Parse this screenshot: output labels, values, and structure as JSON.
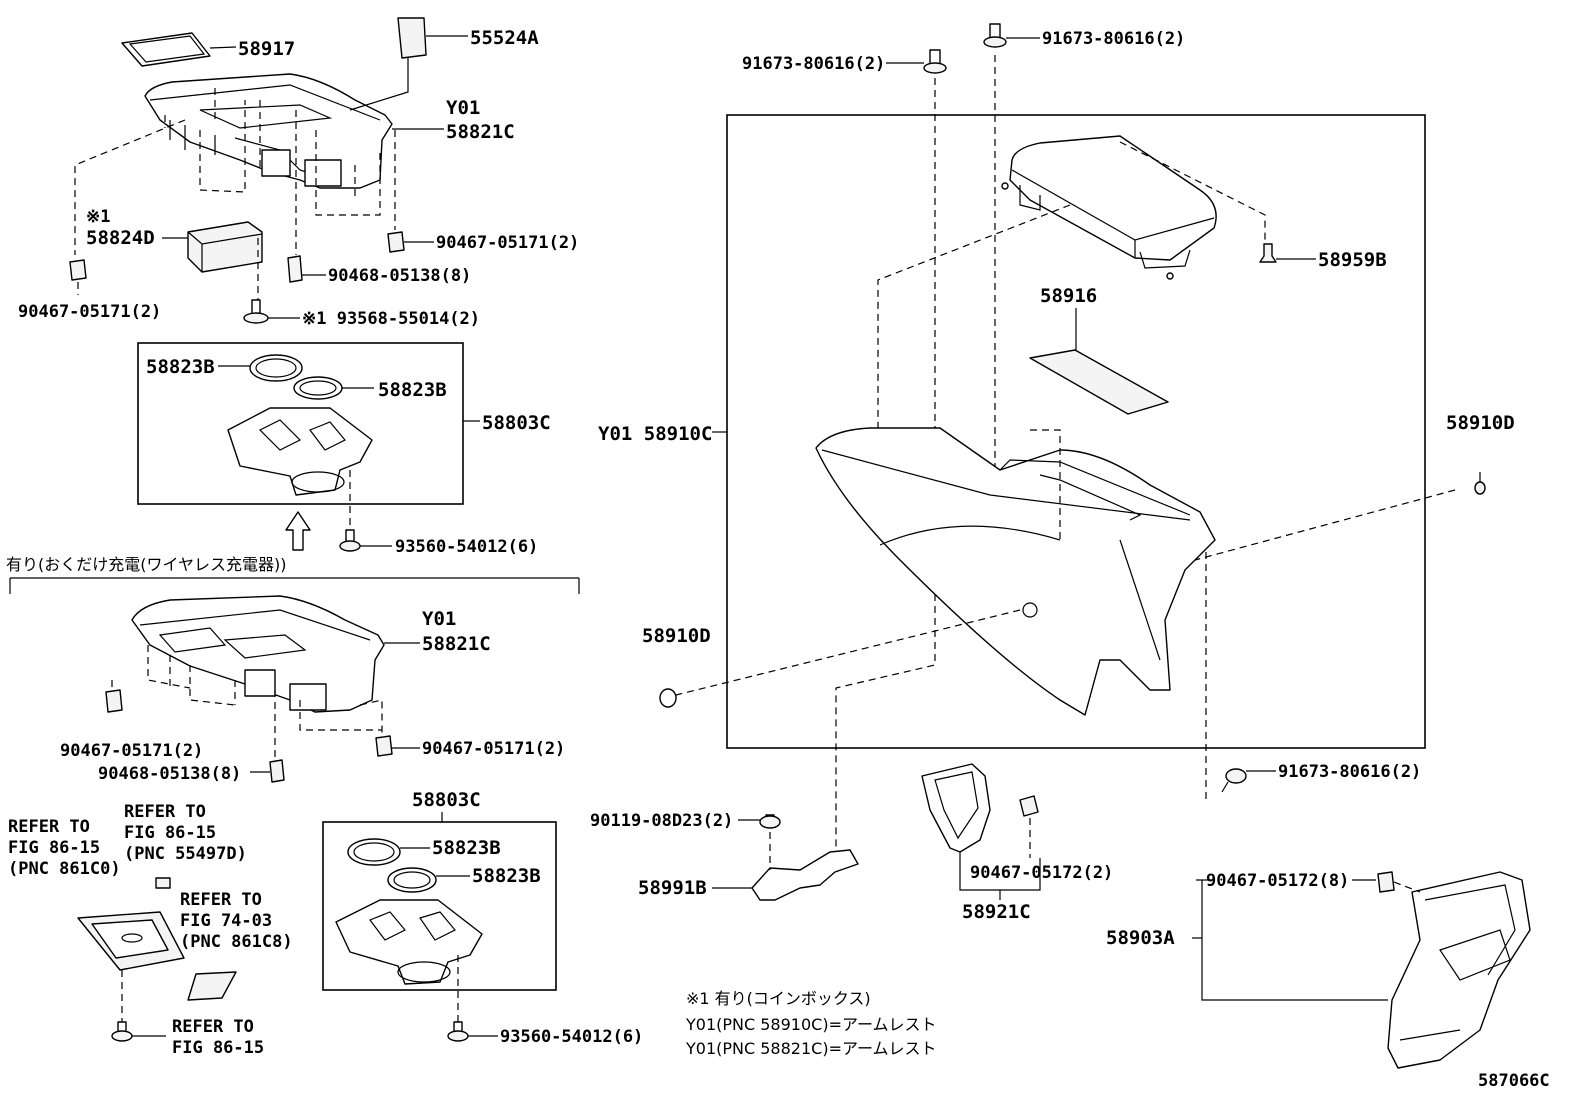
{
  "labels": {
    "p58917": "58917",
    "p55524A": "55524A",
    "y01_a": "Y01",
    "p58821C_a": "58821C",
    "note1_mark_a": "※1",
    "p58824D": "58824D",
    "clip_upper_right": "90467-05171(2)",
    "clip_upper_left": "90467-05171(2)",
    "p90468_a": "90468-05138(8)",
    "screw_93568": "※1 93568-55014(2)",
    "p58823B_a1": "58823B",
    "p58823B_a2": "58823B",
    "p58803C_a": "58803C",
    "screw_93560_a": "93560-54012(6)",
    "wireless_caption": "有り(おくだけ充電(ワイヤレス充電器))",
    "y01_b": "Y01",
    "p58821C_b": "58821C",
    "clip_lower_left": "90467-05171(2)",
    "clip_lower_right": "90467-05171(2)",
    "p90468_b": "90468-05138(8)",
    "refer_a_1": "REFER TO",
    "refer_a_2": "FIG 86-15",
    "refer_a_3": "(PNC 861C0)",
    "refer_b_1": "REFER TO",
    "refer_b_2": "FIG 86-15",
    "refer_b_3": "(PNC 55497D)",
    "refer_c_1": "REFER TO",
    "refer_c_2": "FIG 74-03",
    "refer_c_3": "(PNC 861C8)",
    "refer_d_1": "REFER TO",
    "refer_d_2": "FIG 86-15",
    "p58803C_b": "58803C",
    "p58823B_b1": "58823B",
    "p58823B_b2": "58823B",
    "screw_93560_b": "93560-54012(6)",
    "bolt_left": "91673-80616(2)",
    "bolt_mid": "91673-80616(2)",
    "bolt_lower": "91673-80616(2)",
    "p58959B": "58959B",
    "p58916": "58916",
    "y01_58910C": "Y01 58910C",
    "p58910D_right": "58910D",
    "p58910D_left": "58910D",
    "p90119": "90119-08D23(2)",
    "p58991B": "58991B",
    "p90467_05172_a": "90467-05172(2)",
    "p58921C": "58921C",
    "p90467_05172_b": "90467-05172(8)",
    "p58903A": "58903A",
    "note_coin": "※1 有り(コインボックス)",
    "note_y01_1": "Y01(PNC 58910C)=アームレスト",
    "note_y01_2": "Y01(PNC 58821C)=アームレスト",
    "fig_code": "587066C"
  }
}
